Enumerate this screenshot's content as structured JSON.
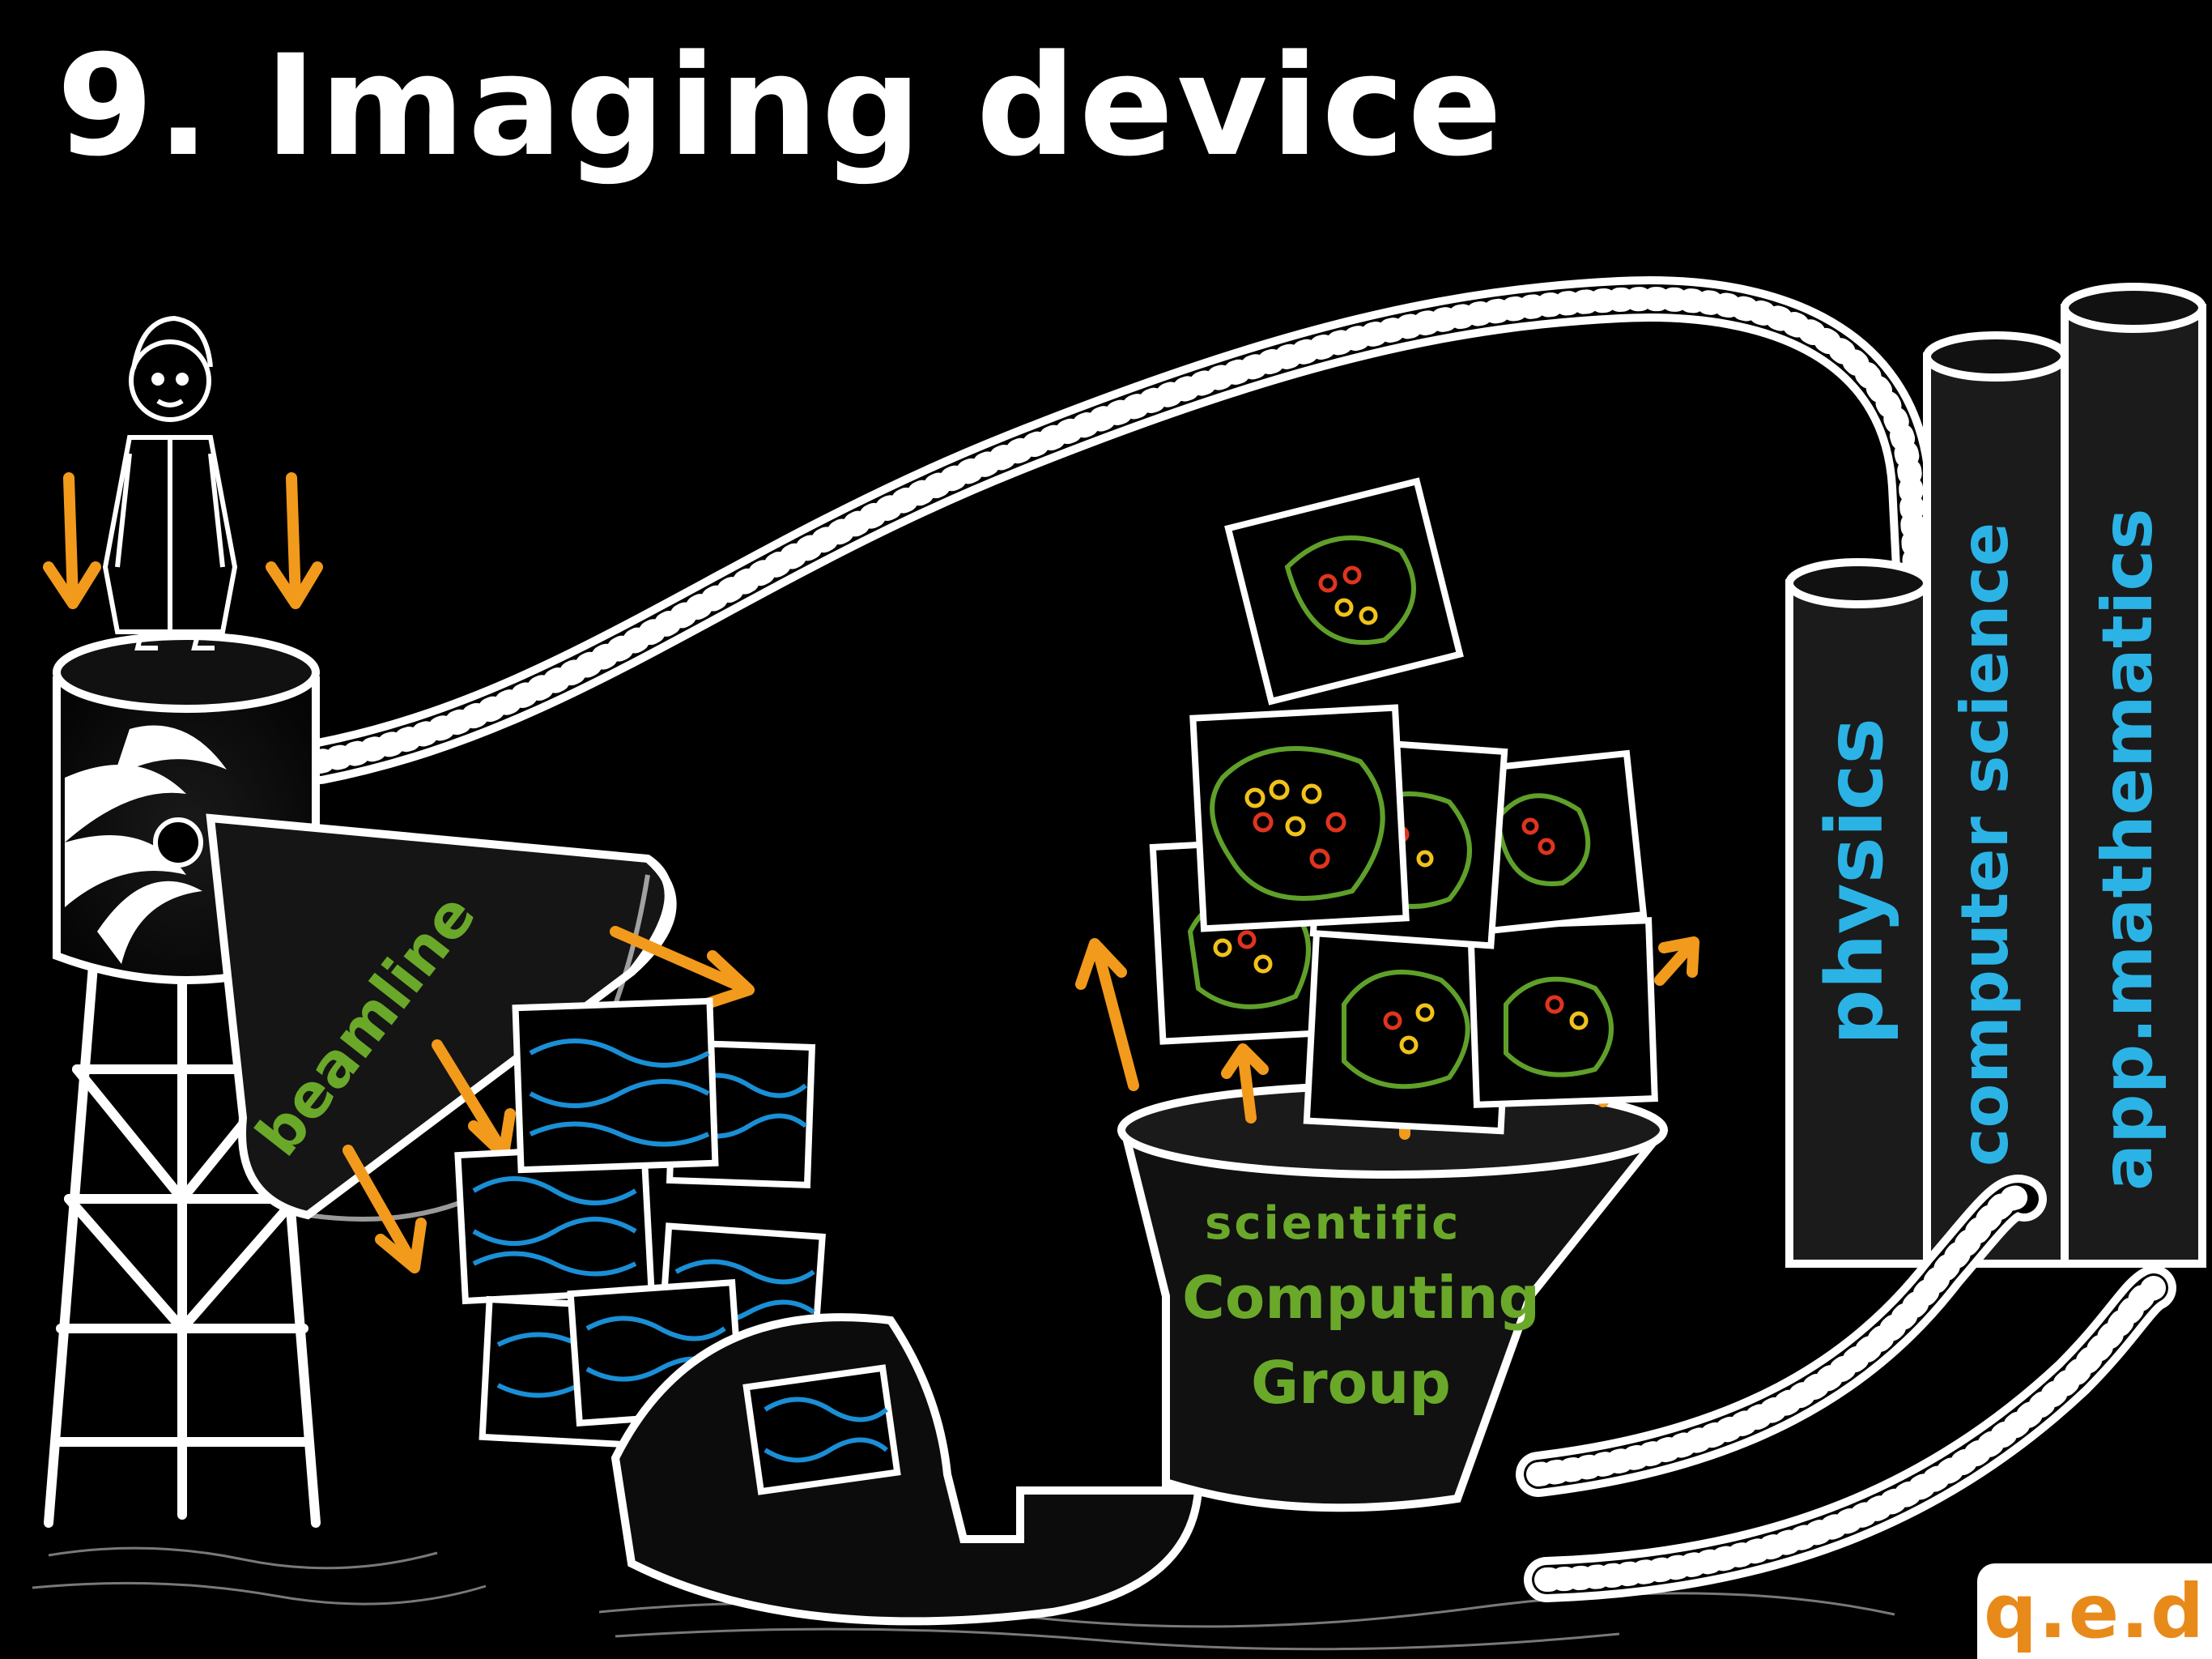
{
  "title": "9. Imaging device",
  "labels": {
    "beamline": "beamline",
    "group_line1": "scientific",
    "group_line2": "Computing",
    "group_line3": "Group",
    "pillar_physics": "physics",
    "pillar_cs": "computer science",
    "pillar_math": "app.mathematics"
  },
  "badge": "q.e.d",
  "colors": {
    "background": "#000000",
    "chalk": "#ffffff",
    "arrow": "#f29a1c",
    "label_green": "#6aa82a",
    "label_blue": "#2bb3e6",
    "wave_blue": "#1a8fd6",
    "blob_green": "#5fa02a",
    "dot_red": "#e0341e",
    "dot_yellow": "#f1c21a"
  },
  "icons": [
    "scientist-figure",
    "fan-logo-icon",
    "arrow-icon",
    "pipe",
    "image-frame",
    "pillar"
  ]
}
